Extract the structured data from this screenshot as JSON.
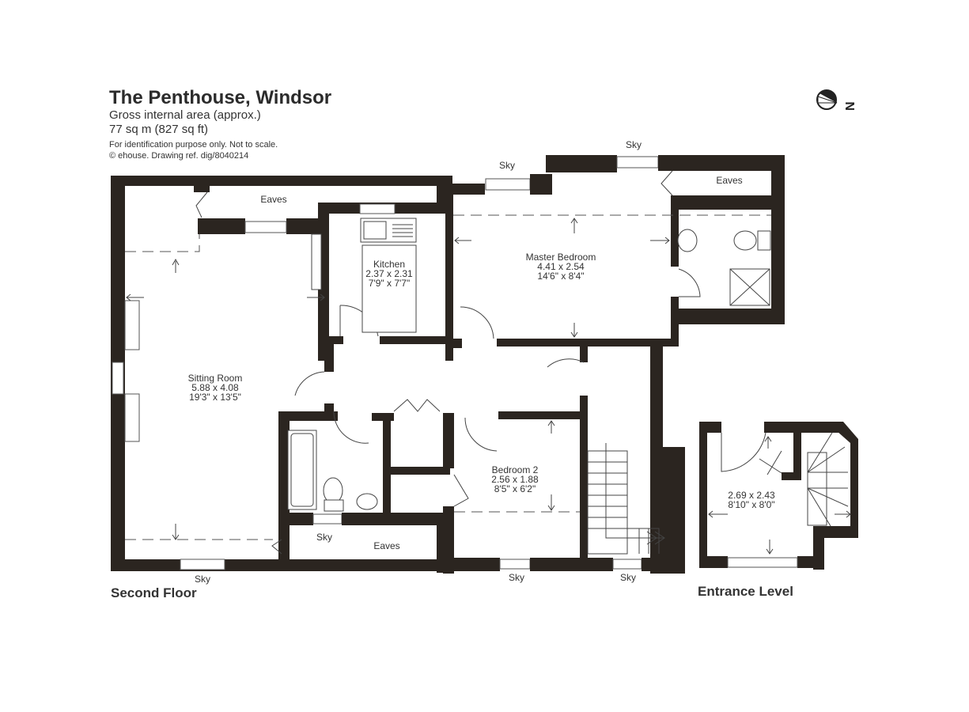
{
  "header": {
    "title": "The Penthouse, Windsor",
    "area_label": "Gross internal area (approx.)",
    "area_value": "77 sq m (827 sq ft)",
    "disclaimer": "For identification purpose only. Not to scale.",
    "copyright": "© ehouse. Drawing ref. dig/8040214"
  },
  "compass": {
    "icon": "north-arrow-icon",
    "label": "N"
  },
  "floors": [
    {
      "name": "Second Floor",
      "rooms": [
        {
          "name": "Sitting Room",
          "metric": "5.88 x 4.08",
          "imperial": "19'3\" x 13'5\""
        },
        {
          "name": "Kitchen",
          "metric": "2.37 x 2.31",
          "imperial": "7'9\" x 7'7\""
        },
        {
          "name": "Master Bedroom",
          "metric": "4.41 x 2.54",
          "imperial": "14'6\" x 8'4\""
        },
        {
          "name": "Bedroom 2",
          "metric": "2.56 x 1.88",
          "imperial": "8'5\" x 6'2\""
        }
      ],
      "annotations": {
        "eaves_top": "Eaves",
        "eaves_right": "Eaves",
        "eaves_bottom": "Eaves",
        "sky_top_left": "Sky",
        "sky_top_right": "Sky",
        "sky_bath": "Sky",
        "sky_bottom_left": "Sky",
        "sky_bottom_mid": "Sky",
        "sky_bottom_right": "Sky"
      }
    },
    {
      "name": "Entrance Level",
      "rooms": [
        {
          "name": "",
          "metric": "2.69 x 2.43",
          "imperial": "8'10\" x 8'0\""
        }
      ]
    }
  ],
  "colors": {
    "wall": "#2b2520",
    "line": "#444444",
    "text": "#333333",
    "background": "#ffffff"
  }
}
